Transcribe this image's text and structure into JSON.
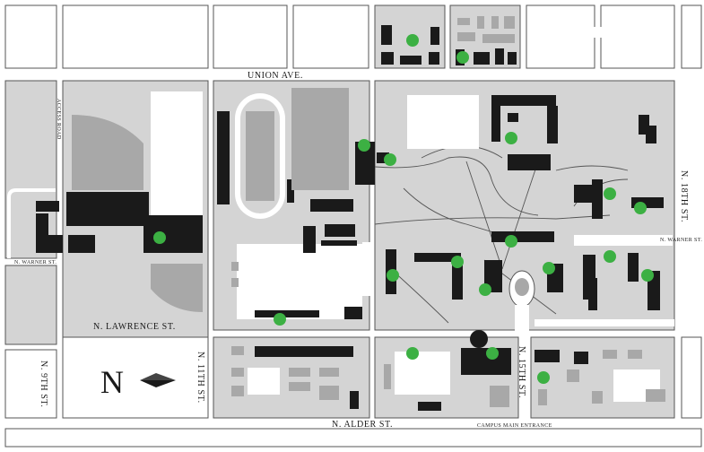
{
  "colors": {
    "block": "#d4d4d4",
    "building": "#1a1a1a",
    "field": "#a8a8a8",
    "road": "#ffffff",
    "marker": "#3cb043"
  },
  "streets": {
    "union_ave": "UNION AVE.",
    "access_road": "ACCESS ROAD",
    "n_18th": "N. 18TH ST.",
    "n_warner_left": "N. WARNER ST.",
    "n_warner_right": "N. WARNER ST.",
    "n_lawrence": "N. LAWRENCE ST.",
    "n_9th": "N. 9TH ST.",
    "n_11th": "N. 11TH ST.",
    "n_15th": "N. 15TH ST.",
    "n_alder": "N. ALDER ST.",
    "campus_entrance": "CAMPUS MAIN ENTRANCE"
  },
  "compass": {
    "label": "N",
    "icon": "north-arrow-icon"
  },
  "markers": [
    {
      "id": "marker-1"
    },
    {
      "id": "marker-2"
    },
    {
      "id": "marker-3"
    },
    {
      "id": "marker-4"
    },
    {
      "id": "marker-5"
    },
    {
      "id": "marker-6"
    },
    {
      "id": "marker-7"
    },
    {
      "id": "marker-8"
    },
    {
      "id": "marker-9"
    },
    {
      "id": "marker-10"
    },
    {
      "id": "marker-11"
    },
    {
      "id": "marker-12"
    },
    {
      "id": "marker-13"
    },
    {
      "id": "marker-14"
    },
    {
      "id": "marker-15"
    },
    {
      "id": "marker-16"
    },
    {
      "id": "marker-17"
    },
    {
      "id": "marker-18"
    },
    {
      "id": "marker-19"
    },
    {
      "id": "marker-20"
    }
  ]
}
